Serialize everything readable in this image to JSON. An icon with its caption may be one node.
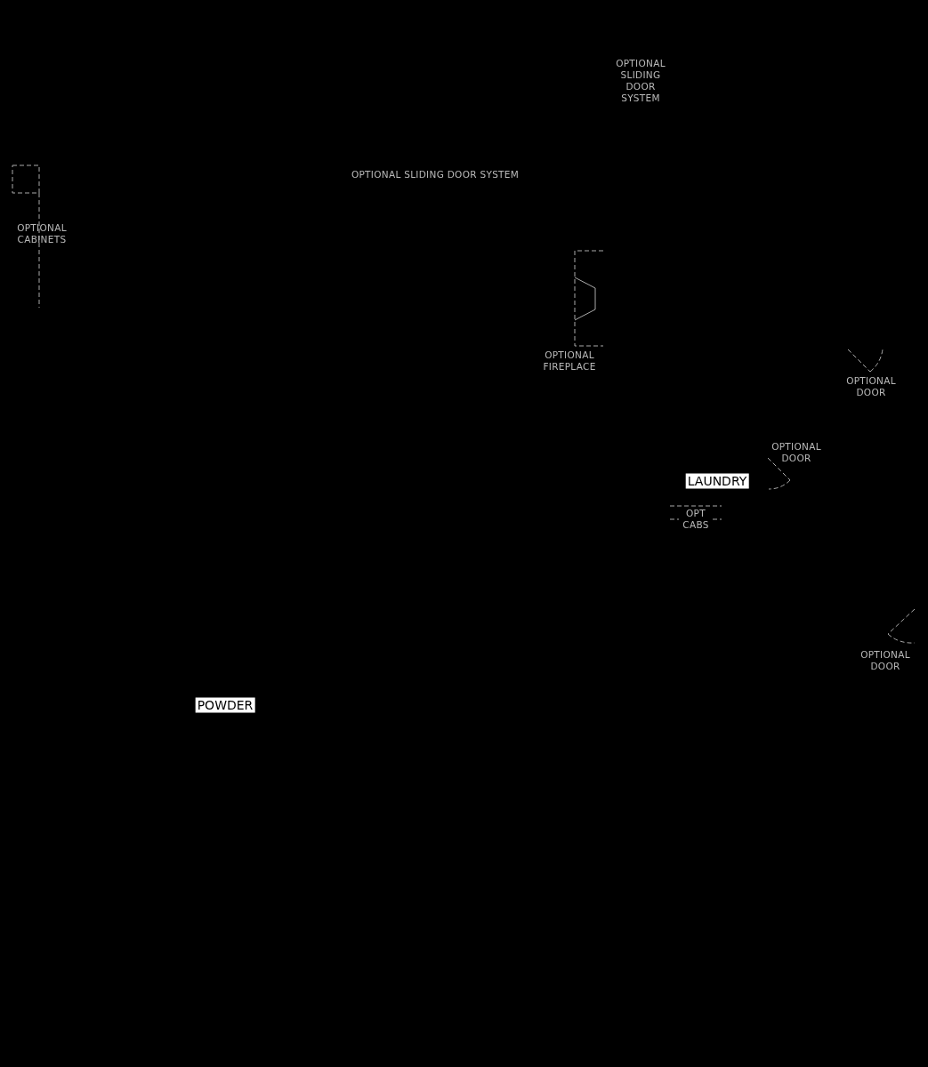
{
  "diagram": {
    "labels": [
      "OPTIONAL SLIDING DOOR SYSTEM",
      "OPTIONAL SLIDING DOOR SYSTEM",
      "OPTIONAL CABINETS",
      "OPTIONAL FIREPLACE",
      "OPTIONAL DOOR",
      "OPTIONAL DOOR",
      "LAUNDRY",
      "OPT CABS",
      "OPTIONAL DOOR",
      "POWDER"
    ]
  }
}
